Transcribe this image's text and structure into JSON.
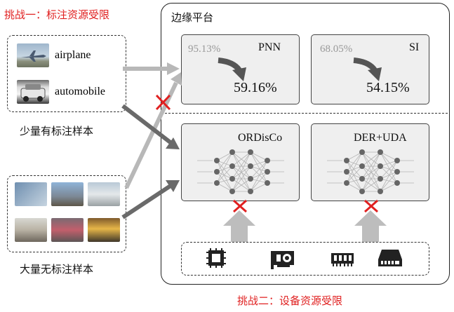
{
  "challenge1": "挑战一：标注资源受限",
  "challenge2": "挑战二：设备资源受限",
  "platform_title": "边缘平台",
  "labeled": {
    "caption": "少量有标注样本",
    "items": [
      {
        "label": "airplane"
      },
      {
        "label": "automobile"
      }
    ]
  },
  "unlabeled": {
    "caption": "大量无标注样本"
  },
  "panels": {
    "pnn": {
      "name": "PNN",
      "before": "95.13%",
      "after": "59.16%"
    },
    "si": {
      "name": "SI",
      "before": "68.05%",
      "after": "54.15%"
    },
    "ordisco": {
      "name": "ORDisCo"
    },
    "der_uda": {
      "name": "DER+UDA"
    }
  },
  "devices": [
    {
      "icon": "cpu-chip-icon"
    },
    {
      "icon": "gpu-card-icon"
    },
    {
      "icon": "memory-module-icon"
    },
    {
      "icon": "storage-drive-icon"
    }
  ],
  "colors": {
    "accent_red": "#e02020",
    "arrow_light": "#b8b8b8",
    "arrow_dark": "#6a6a6a",
    "panel_bg": "#efefef"
  }
}
